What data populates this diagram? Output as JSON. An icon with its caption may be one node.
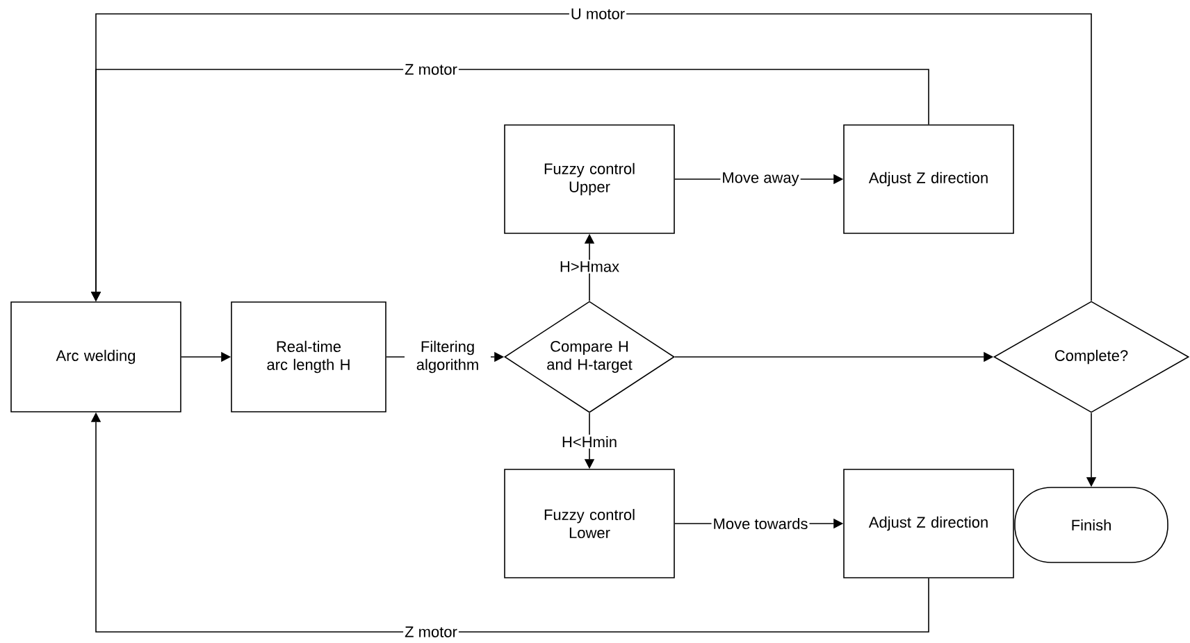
{
  "diagram": {
    "nodes": [
      {
        "text": [
          "Arc welding"
        ]
      },
      {
        "text": [
          "Real-time arc length H"
        ]
      },
      {
        "text": [
          "Compare H and H-target"
        ]
      },
      {
        "text": [
          "Fuzzy control Upper"
        ]
      },
      {
        "text": [
          "Adjust Z direction"
        ]
      },
      {
        "text": [
          "Complete?"
        ]
      },
      {
        "text": [
          "Finish"
        ]
      },
      {
        "text": [
          "Fuzzy control Lower"
        ]
      },
      {
        "text": [
          "Adjust Z direction"
        ]
      }
    ],
    "edges": [
      {
        "from": 0,
        "to": 1,
        "arrow": "to"
      },
      {
        "from": 1,
        "to": 2,
        "arrow": "to",
        "label": "Filtering algorithm"
      },
      {
        "from": 2,
        "to": 3,
        "arrow": "to",
        "label": "H>Hmax"
      },
      {
        "from": 2,
        "to": 7,
        "arrow": "to",
        "label": "H<Hmin"
      },
      {
        "from": 3,
        "to": 4,
        "arrow": "to",
        "label": "Move away"
      },
      {
        "from": 7,
        "to": 8,
        "arrow": "to",
        "label": "Move towards"
      },
      {
        "from": 2,
        "to": 5,
        "arrow": "to"
      },
      {
        "from": 5,
        "to": 6,
        "arrow": "to"
      },
      {
        "from": 5,
        "to": 0,
        "arrow": "to",
        "label": "U motor"
      },
      {
        "from": 4,
        "to": 0,
        "arrow": "to",
        "label": "Z motor"
      },
      {
        "from": 8,
        "to": 0,
        "arrow": "to",
        "label": "Z motor"
      }
    ]
  }
}
